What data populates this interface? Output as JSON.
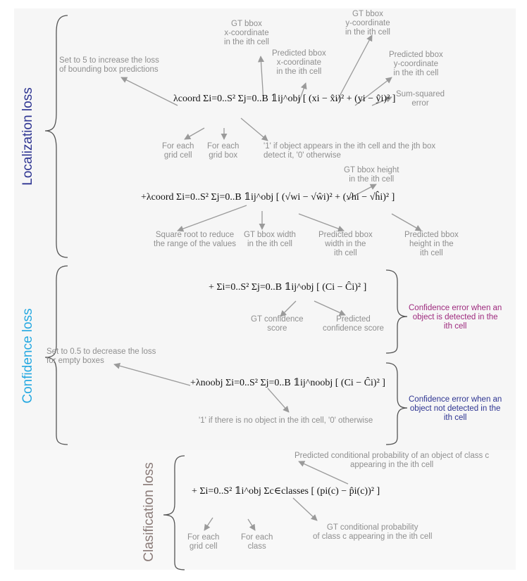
{
  "colors": {
    "localization": "#2e3592",
    "confidence": "#27a9e1",
    "classification": "#8a7b78",
    "note": "#8f8f8f",
    "confidence_detected": "#9e2a7e",
    "confidence_not_detected": "#2e3592",
    "arrow": "#9a9a9a",
    "background_band": "#f6f6f6"
  },
  "sections": {
    "localization": "Localization loss",
    "confidence": "Confidence loss",
    "classification": "Clasification loss"
  },
  "notes": {
    "gt_x": "GT bbox\nx-coordinate\nin the ith cell",
    "gt_y": "GT bbox\ny-coordinate\nin the ith cell",
    "pred_x": "Predicted bbox\nx-coordinate\nin the ith cell",
    "pred_y": "Predicted bbox\ny-coordinate\nin the ith cell",
    "lambda_coord": "Set to 5 to increase the loss\nof bounding box predictions",
    "sum_squared": "Sum-squared\nerror",
    "each_cell": "For each\ngrid cell",
    "each_box": "For each\ngrid box",
    "indicator_obj": "'1' if object appears in the ith cell and the jth box\ndetect it, '0' otherwise",
    "gt_h": "GT bbox height\nin the ith cell",
    "sqrt": "Square root to reduce\nthe range of the values",
    "gt_w": "GT bbox width\nin the ith cell",
    "pred_w": "Predicted bbox\nwidth in the\nith cell",
    "pred_h": "Predicted bbox\nheight in the\nith cell",
    "gt_conf": "GT confidence\nscore",
    "pred_conf": "Predicted\nconfidence score",
    "lambda_noobj": "Set to 0.5 to decrease the loss\nfor empty boxes",
    "indicator_noobj": "'1' if there is no object in the ith cell, '0' otherwise",
    "pred_cond_prob": "Predicted conditional probability of an object of class c\nappearing in the ith cell",
    "each_cell_cls": "For each\ngrid cell",
    "each_class": "For each\nclass",
    "gt_cond_prob": "GT conditional probability\nof class c appearing in the ith cell"
  },
  "side_notes": {
    "detected": "Confidence error when an\nobject is detected in the\nith cell",
    "not_detected": "Confidence error when an\nobject not detected in the\nith cell"
  },
  "equations": {
    "row1": "λcoord Σi=0..S² Σj=0..B 𝟙ij^obj [ (xi − x̂i)² + (yi − ŷi)² ]",
    "row2": "+λcoord Σi=0..S² Σj=0..B 𝟙ij^obj [ (√wi − √ŵi)² + (√hi − √ĥi)² ]",
    "row3": "+ Σi=0..S² Σj=0..B 𝟙ij^obj [ (Ci − Ĉi)² ]",
    "row4": "+λnoobj Σi=0..S² Σj=0..B 𝟙ij^noobj [ (Ci − Ĉi)² ]",
    "row5": "+ Σi=0..S² 𝟙i^obj Σc∈classes [ (pi(c) − p̂i(c))² ]"
  }
}
